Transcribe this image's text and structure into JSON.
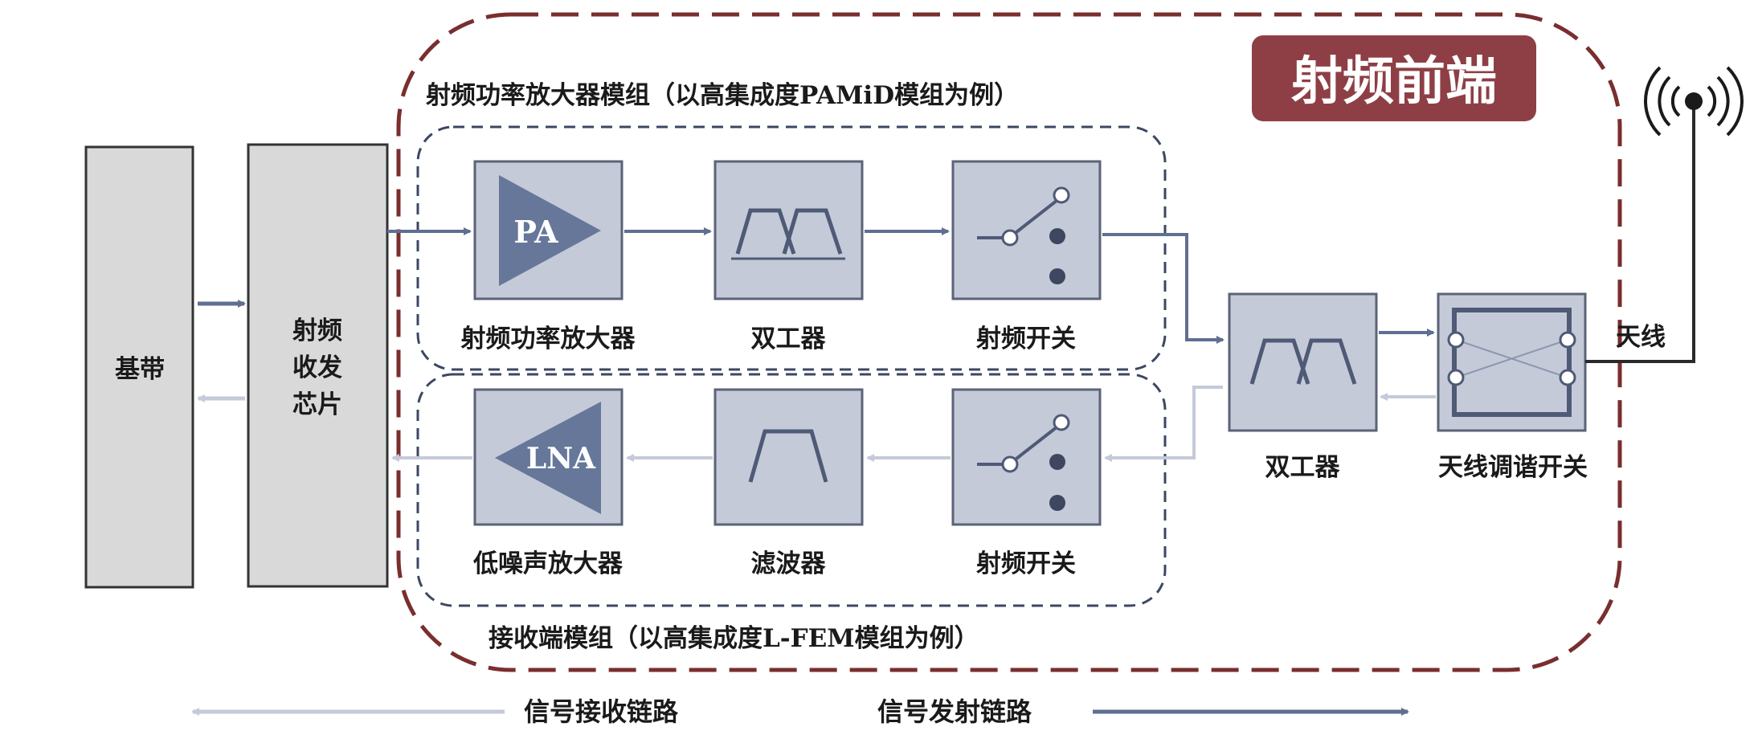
{
  "front_end_title": "射频前端",
  "baseband": {
    "label": "基带"
  },
  "transceiver": {
    "lines": [
      "射频",
      "收发",
      "芯片"
    ]
  },
  "pamid_group": {
    "caption": "射频功率放大器模组（以高集成度PAMiD模组为例）"
  },
  "lfem_group": {
    "caption": "接收端模组（以高集成度L-FEM模组为例）"
  },
  "tx_chain": {
    "pa": {
      "symbol": "PA",
      "label": "射频功率放大器"
    },
    "duplexer": {
      "label": "双工器"
    },
    "switch": {
      "label": "射频开关"
    }
  },
  "rx_chain": {
    "lna": {
      "symbol": "LNA",
      "label": "低噪声放大器"
    },
    "filter": {
      "label": "滤波器"
    },
    "switch": {
      "label": "射频开关"
    }
  },
  "shared_duplexer": {
    "label": "双工器"
  },
  "antenna_tuner": {
    "label": "天线调谐开关"
  },
  "antenna": {
    "label": "天线"
  },
  "legend": {
    "receive": "信号接收链路",
    "transmit": "信号发射链路"
  },
  "colors": {
    "tx_arrow": "#5f6f92",
    "rx_arrow": "#c4cad9",
    "block_fill": "#c5cad8",
    "block_stroke": "#5b6378",
    "chip_fill": "#d9d9d9",
    "frontend_border": "#7a2e2e",
    "title_bg": "#8e3f45",
    "triangle_fill": "#66779a"
  }
}
